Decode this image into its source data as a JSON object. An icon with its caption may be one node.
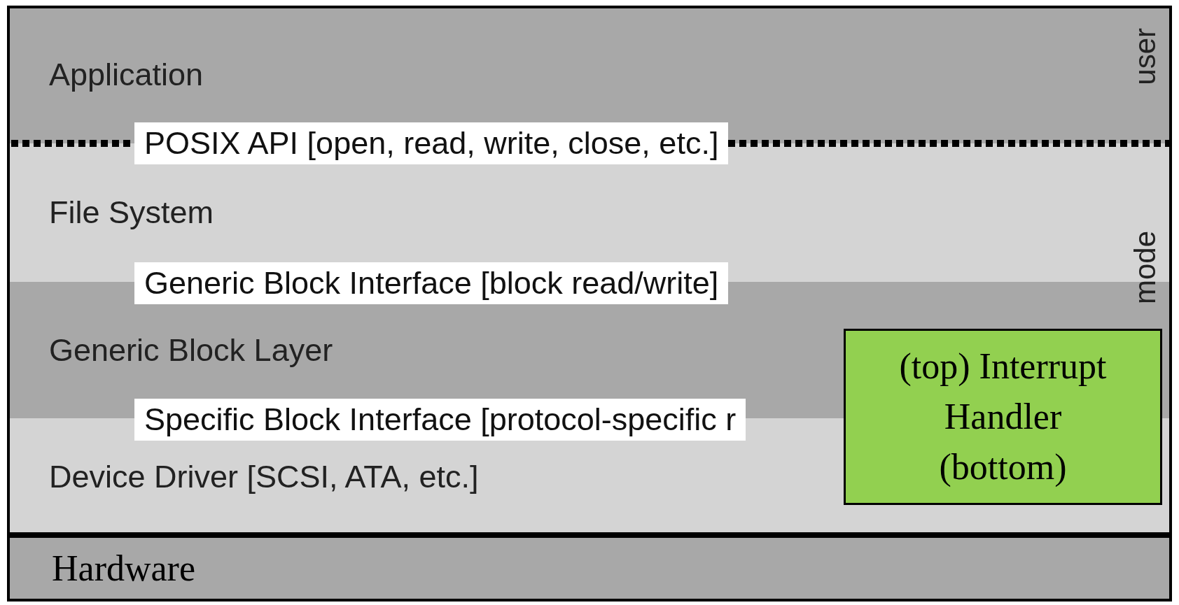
{
  "diagram": {
    "nodes": [
      {
        "text": [
          "Application"
        ]
      },
      {
        "text": [
          "POSIX API [open, read, write, close, etc.]"
        ]
      },
      {
        "text": [
          "File System"
        ]
      },
      {
        "text": [
          "Generic Block Interface [block read/write]"
        ]
      },
      {
        "text": [
          "Generic Block Layer"
        ]
      },
      {
        "text": [
          "Specific Block Interface [protocol-specific r"
        ]
      },
      {
        "text": [
          "Device Driver [SCSI, ATA, etc.]"
        ]
      },
      {
        "text": [
          "(top) Interrupt Handler (bottom)"
        ]
      },
      {
        "text": [
          "Hardware"
        ]
      }
    ],
    "edges": [],
    "labels": [
      "user",
      "mode"
    ]
  }
}
